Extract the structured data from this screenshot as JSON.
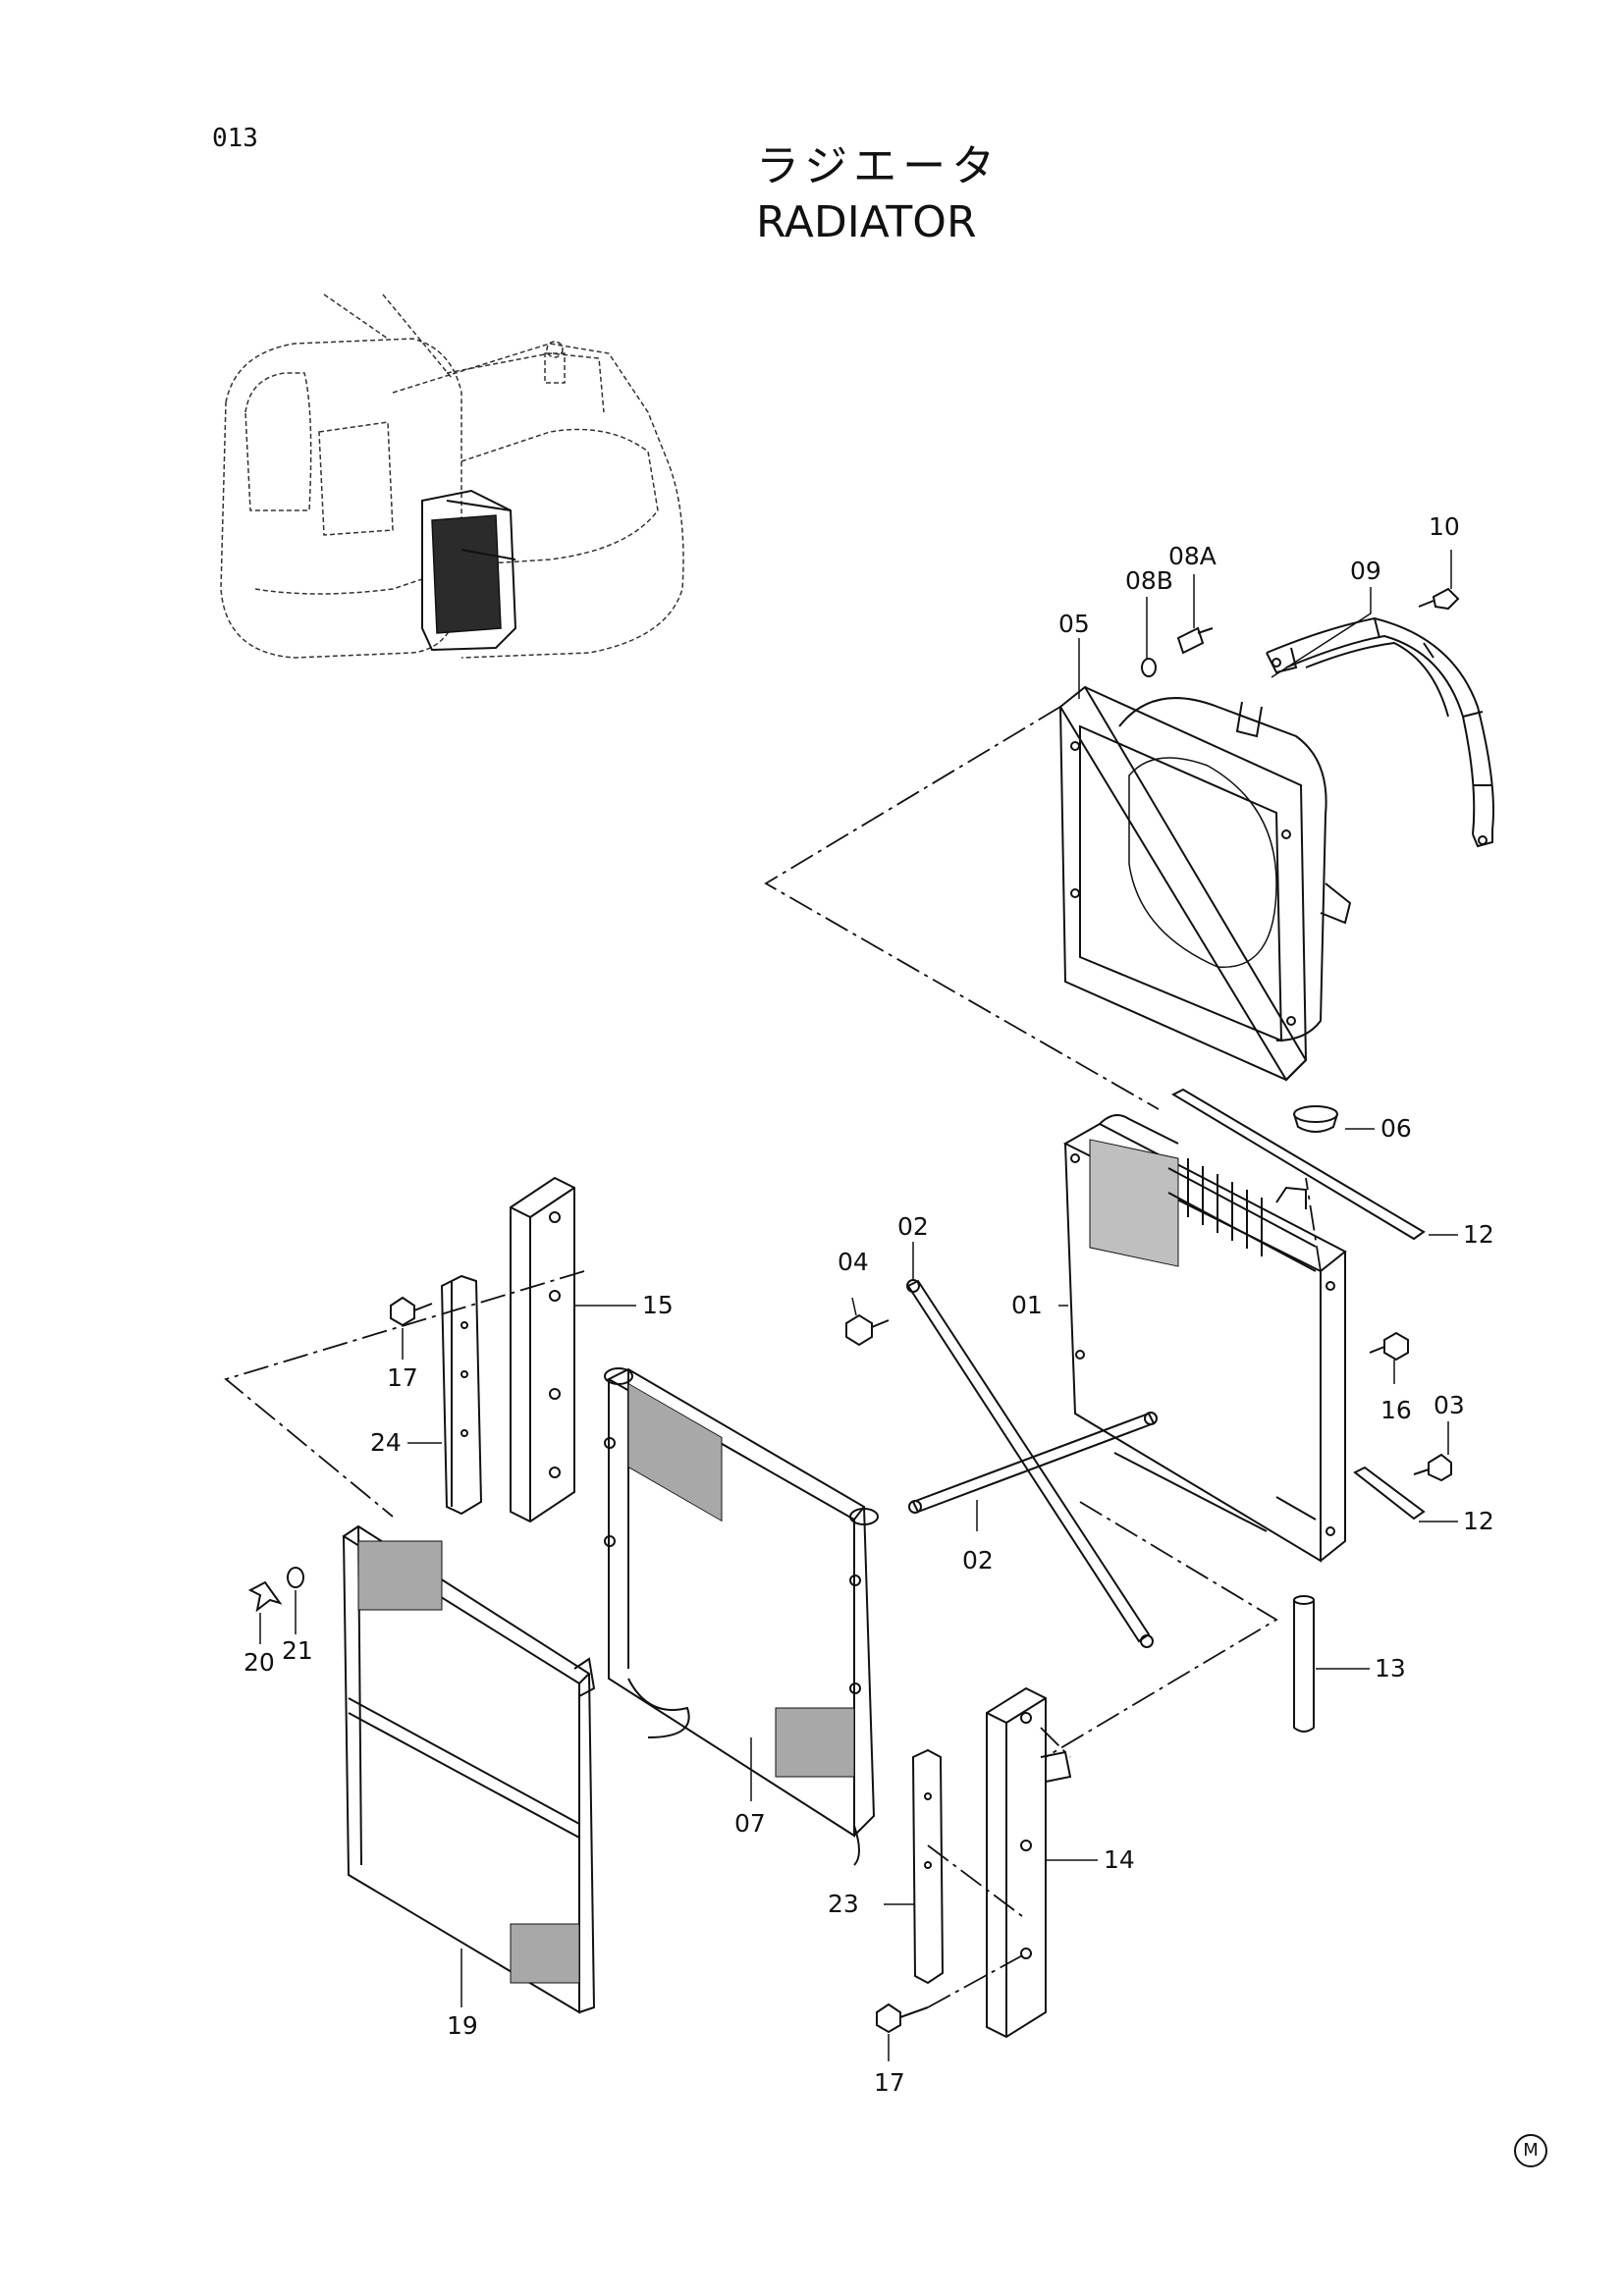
{
  "page": {
    "number": "013",
    "title_jp": "ラジエータ",
    "title_en": "RADIATOR",
    "corner_mark": "M"
  },
  "callouts": [
    "01",
    "02",
    "02",
    "03",
    "04",
    "05",
    "06",
    "07",
    "08A",
    "08B",
    "09",
    "10",
    "12",
    "12",
    "13",
    "14",
    "15",
    "16",
    "17",
    "17",
    "19",
    "20",
    "21",
    "23",
    "24"
  ]
}
